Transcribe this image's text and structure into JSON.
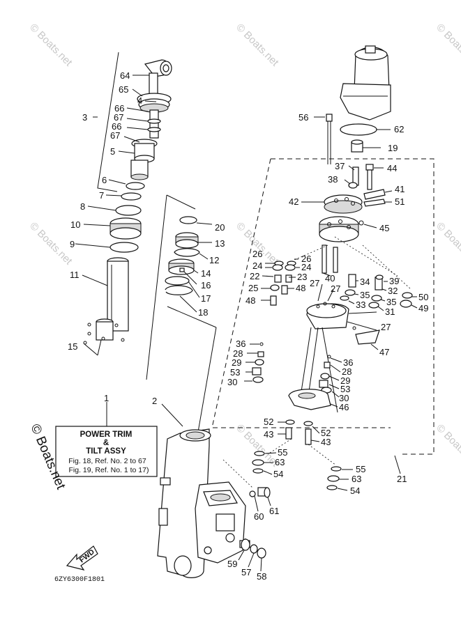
{
  "watermarks": [
    "© Boats.net",
    "© Boats.net",
    "© Boats.net",
    "© Boats.net",
    "© Boats.net",
    "© Boats.net",
    "© Boats.net",
    "© Boats.net"
  ],
  "side_watermark": "© Boats.net",
  "assembly_box": {
    "title_line1": "POWER TRIM",
    "title_line2": "&",
    "title_line3": "TILT ASSY",
    "ref_line1": "Fig. 18, Ref. No. 2 to 67",
    "ref_line2": "Fig. 19, Ref. No. 1 to 17)"
  },
  "fwd_label": "FWD",
  "drawing_code": "6ZY6300F1801",
  "callouts": [
    "64",
    "65",
    "4",
    "66",
    "3",
    "67",
    "66",
    "67",
    "5",
    "6",
    "7",
    "8",
    "10",
    "9",
    "11",
    "15",
    "20",
    "13",
    "12",
    "14",
    "16",
    "17",
    "18",
    "1",
    "2",
    "56",
    "62",
    "19",
    "37",
    "44",
    "38",
    "41",
    "42",
    "51",
    "45",
    "26",
    "26",
    "24",
    "24",
    "22",
    "23",
    "40",
    "25",
    "48",
    "27",
    "27",
    "34",
    "39",
    "32",
    "50",
    "35",
    "49",
    "48",
    "33",
    "35",
    "31",
    "27",
    "47",
    "36",
    "28",
    "29",
    "53",
    "30",
    "36",
    "28",
    "29",
    "53",
    "30",
    "46",
    "52",
    "52",
    "43",
    "43",
    "55",
    "63",
    "54",
    "60",
    "61",
    "59",
    "57",
    "58",
    "55",
    "63",
    "54",
    "21"
  ]
}
